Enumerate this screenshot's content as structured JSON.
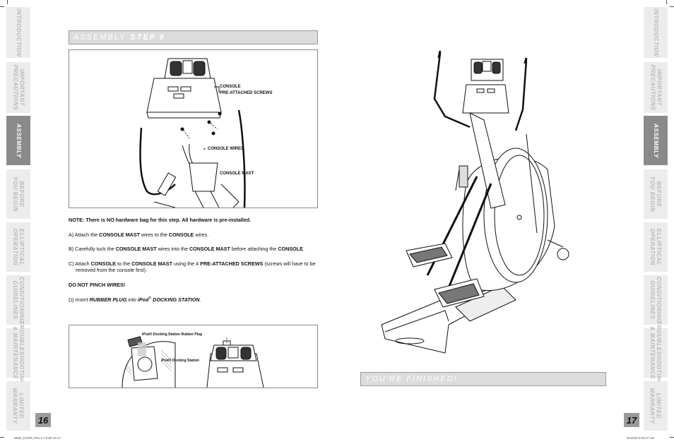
{
  "left_tabs": [
    {
      "label": "INTRODUCTION",
      "active": false
    },
    {
      "label": "IMPORTANT\nPRECAUTIONS",
      "active": false
    },
    {
      "label": "ASSEMBLY",
      "active": true
    },
    {
      "label": "BEFORE\nYOU BEGIN",
      "active": false
    },
    {
      "label": "ELLIPTICAL\nOPERATION",
      "active": false
    },
    {
      "label": "CONDITIONING\nGUIDELINES",
      "active": false
    },
    {
      "label": "TROUBLESHOOTING\n& MAINTENANCE",
      "active": false
    },
    {
      "label": "LIMITED\nWARRANTY",
      "active": false
    }
  ],
  "right_tabs": [
    {
      "label": "INTRODUCTION",
      "active": false
    },
    {
      "label": "IMPORTANT\nPRECAUTIONS",
      "active": false
    },
    {
      "label": "ASSEMBLY",
      "active": true
    },
    {
      "label": "BEFORE\nYOU BEGIN",
      "active": false
    },
    {
      "label": "ELLIPTICAL\nOPERATION",
      "active": false
    },
    {
      "label": "CONDITIONING\nGUIDELINES",
      "active": false
    },
    {
      "label": "TROUBLESHOOTING\n& MAINTENANCE",
      "active": false
    },
    {
      "label": "LIMITED\nWARRANTY",
      "active": false
    }
  ],
  "left_page": {
    "banner_prefix": "ASSEMBLY",
    "banner_step": "STEP 9",
    "callouts": {
      "console": "CONSOLE",
      "screws": "PRE-ATTACHED SCREWS",
      "wires": "CONSOLE WIRES",
      "mast": "CONSOLE MAST"
    },
    "note": "NOTE: There is NO hardware bag for this step. All hardware is pre-installed.",
    "step_a": {
      "pre": "A) Attach the ",
      "b1": "CONSOLE MAST",
      "mid": " wires to the ",
      "b2": "CONSOLE",
      "post": " wires."
    },
    "step_b": {
      "pre": "B) Carefully tuck the ",
      "b1": "CONSOLE MAST",
      "mid": " wires into the ",
      "b2": "CONSOLE MAST",
      "mid2": " before attaching the ",
      "b3": "CONSOLE",
      "post": "."
    },
    "step_c": {
      "pre": "C) Attach ",
      "b1": "CONSOLE",
      "mid": " to the ",
      "b2": "CONSOLE MAST",
      "mid2": " using the 4 ",
      "b3": "PRE-ATTACHED SCREWS",
      "post": " (screws will have to be removed from the console first)."
    },
    "warning": "DO NOT PINCH WIRES!",
    "step_d": {
      "pre": "D) ",
      "italic": "Insert ",
      "b1": "RUBBER PLUG",
      "mid": " into ",
      "b2": "iPod",
      "reg": "®",
      "b3": " DOCKING STATION",
      "post": "."
    },
    "fig2_callouts": {
      "plug": "iPod® Docking Station Rubber Plug",
      "station": "iPod® Docking Station"
    },
    "page_number": "16",
    "footer_file": "E800_E1200_Rev.2.7.indd   16-17"
  },
  "right_page": {
    "banner": "YOU'RE FINISHED!",
    "page_number": "17",
    "footer_date": "6/16/09   8:46:27 AM"
  },
  "colors": {
    "active_tab": "#8a8a8a",
    "inactive_tab": "#ececec",
    "banner_fill": "#dcdcdc",
    "page_number_fill": "#9a9a9a"
  }
}
